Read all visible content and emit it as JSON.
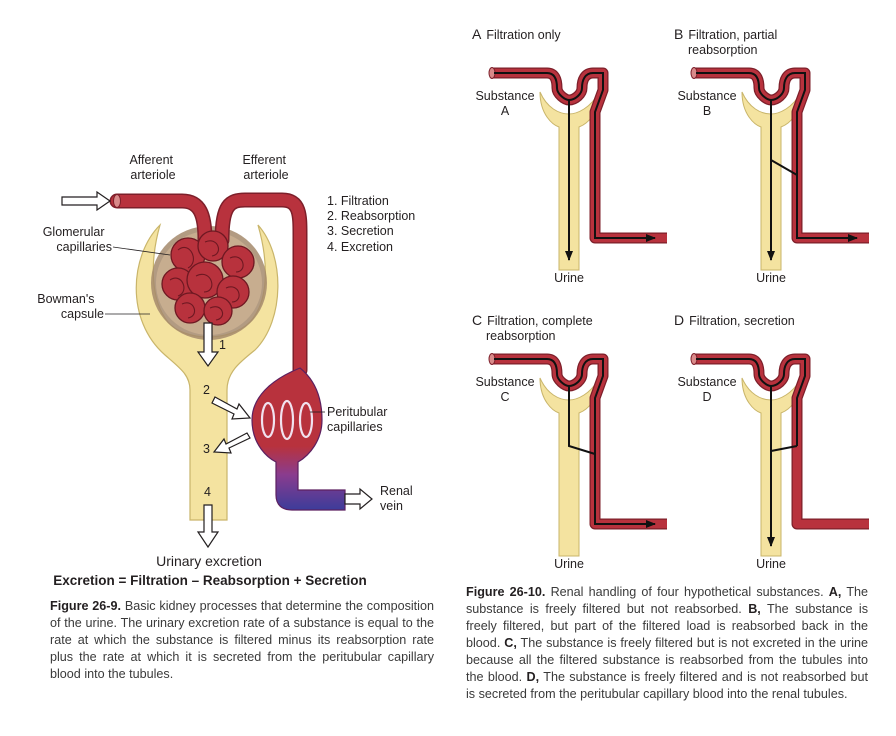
{
  "fig9": {
    "labels": {
      "afferent": [
        "Afferent",
        "arteriole"
      ],
      "efferent": [
        "Efferent",
        "arteriole"
      ],
      "glomerular": [
        "Glomerular",
        "capillaries"
      ],
      "bowman": [
        "Bowman's",
        "capsule"
      ],
      "peritubular": [
        "Peritubular",
        "capillaries"
      ],
      "renal_vein": [
        "Renal",
        "vein"
      ],
      "urinary_excretion": "Urinary excretion"
    },
    "process_list": [
      "1. Filtration",
      "2. Reabsorption",
      "3. Secretion",
      "4. Excretion"
    ],
    "step_numbers": [
      "1",
      "2",
      "3",
      "4"
    ],
    "equation": "Excretion = Filtration – Reabsorption + Secretion",
    "caption_title": "Figure 26-9.",
    "caption_text": "Basic kidney processes that determine the composition of the urine. The urinary excretion rate of a substance is equal to the rate at which the substance is filtered minus its reabsorption rate plus the rate at which it is secreted from the peritubular capillary blood into the tubules."
  },
  "fig10": {
    "panels": [
      {
        "letter": "A",
        "title": [
          "Filtration only"
        ],
        "substance": [
          "Substance",
          "A"
        ],
        "urine": "Urine"
      },
      {
        "letter": "B",
        "title": [
          "Filtration, partial",
          "reabsorption"
        ],
        "substance": [
          "Substance",
          "B"
        ],
        "urine": "Urine"
      },
      {
        "letter": "C",
        "title": [
          "Filtration, complete",
          "reabsorption"
        ],
        "substance": [
          "Substance",
          "C"
        ],
        "urine": "Urine"
      },
      {
        "letter": "D",
        "title": [
          "Filtration, secretion"
        ],
        "substance": [
          "Substance",
          "D"
        ],
        "urine": "Urine"
      }
    ],
    "caption_title": "Figure 26-10.",
    "caption_intro": "Renal handling of four hypothetical substances.",
    "caption_items": [
      {
        "key": "A,",
        "text": "The substance is freely filtered but not reabsorbed."
      },
      {
        "key": "B,",
        "text": "The substance is freely filtered, but part of the filtered load is reabsorbed back in the blood."
      },
      {
        "key": "C,",
        "text": "The substance is freely filtered but is not excreted in the urine because all the filtered substance is reabsorbed from the tubules into the blood."
      },
      {
        "key": "D,",
        "text": "The substance is freely filtered and is not reabsorbed but is secreted from the peritubular capillary blood into the renal tubules."
      }
    ]
  },
  "colors": {
    "vessel": "#b8323d",
    "vessel_dark": "#7d1f2a",
    "tubule": "#f4e3a0",
    "tubule_edge": "#c9b56a",
    "capsule_inner": "#a4896c",
    "venous": "#3c3c9a",
    "substance": "#111111"
  }
}
